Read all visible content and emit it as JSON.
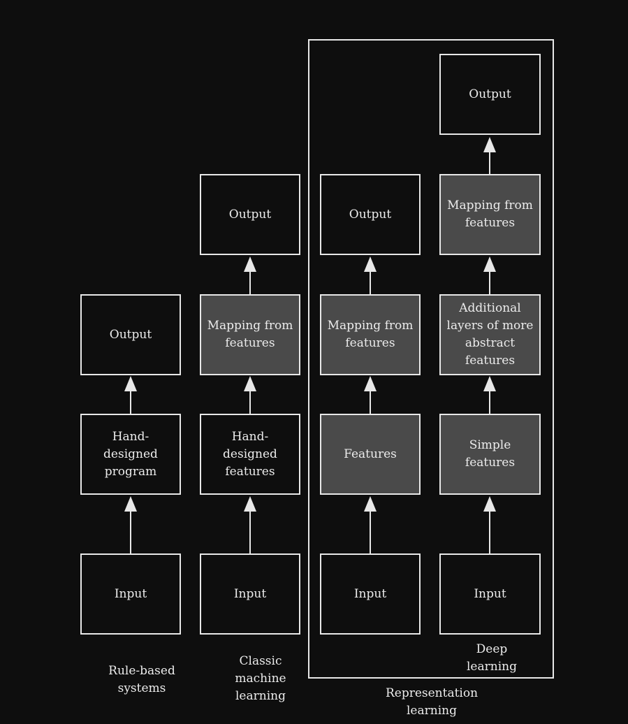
{
  "columns": {
    "rule_based": {
      "caption": "Rule-based\nsystems",
      "input": "Input",
      "program": "Hand-\ndesigned\nprogram",
      "output": "Output"
    },
    "classic_ml": {
      "caption": "Classic\nmachine\nlearning",
      "input": "Input",
      "features": "Hand-\ndesigned\nfeatures",
      "mapping": "Mapping from\nfeatures",
      "output": "Output"
    },
    "representation": {
      "input": "Input",
      "features": "Features",
      "mapping": "Mapping from\nfeatures",
      "output": "Output"
    },
    "deep": {
      "caption": "Deep\nlearning",
      "input": "Input",
      "simple_features": "Simple\nfeatures",
      "abstract_layers": "Additional\nlayers of more\nabstract\nfeatures",
      "mapping": "Mapping from\nfeatures",
      "output": "Output"
    }
  },
  "group_caption": "Representation\nlearning",
  "colors": {
    "background": "#0e0e0e",
    "stroke": "#e8e8e8",
    "shaded_fill": "#4a4a4a",
    "text": "#ececec"
  }
}
